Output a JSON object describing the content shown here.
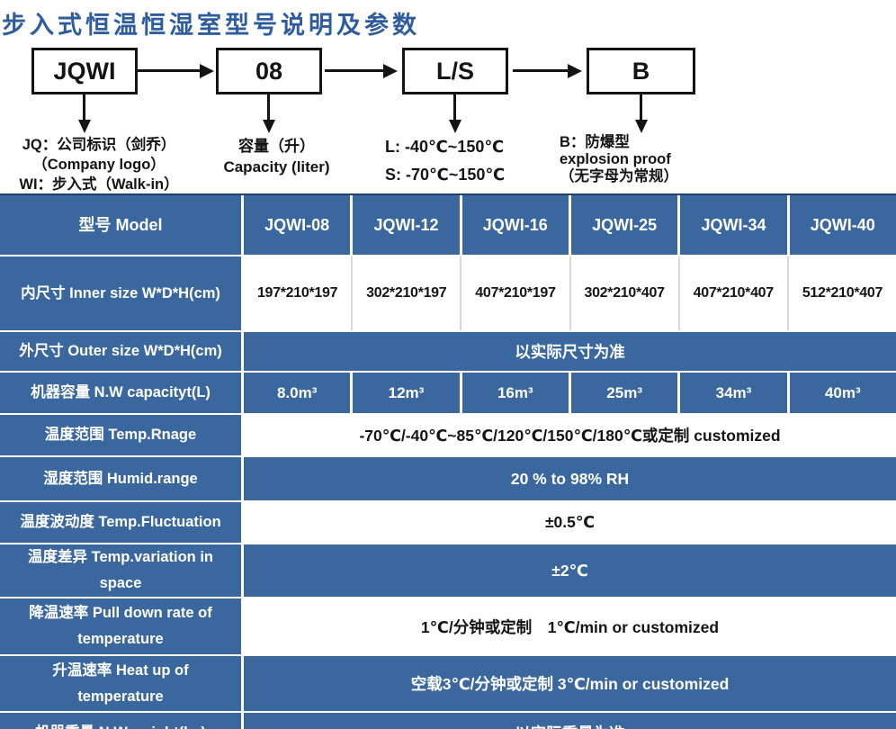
{
  "page": {
    "title": "步入式恒温恒湿室型号说明及参数"
  },
  "colors": {
    "cell_blue": "#3a689e",
    "title_blue": "#2e5c9e",
    "table_top_border": "#1f3f6e",
    "text_dark": "#141414"
  },
  "diagram": {
    "boxes": [
      "JQWI",
      "08",
      "L/S",
      "B"
    ],
    "notes": [
      {
        "lines": [
          "JQ：公司标识（剑乔）",
          "（Company logo）",
          "WI：步入式（Walk-in）"
        ]
      },
      {
        "lines": [
          "容量（升）",
          "Capacity (liter)"
        ]
      },
      {
        "lines": [
          "L: -40℃~150℃",
          "S: -70℃~150℃"
        ]
      },
      {
        "lines": [
          "B：防爆型",
          "explosion proof",
          "（无字母为常规）"
        ]
      }
    ]
  },
  "table": {
    "header": {
      "label": "型号 Model",
      "models": [
        "JQWI-08",
        "JQWI-12",
        "JQWI-16",
        "JQWI-25",
        "JQWI-34",
        "JQWI-40"
      ]
    },
    "rows": [
      {
        "label": "内尺寸 Inner size W*D*H(cm)",
        "values": [
          "197*210*197",
          "302*210*197",
          "407*210*197",
          "302*210*407",
          "407*210*407",
          "512*210*407"
        ],
        "variant": "cells-white"
      },
      {
        "label": "外尺寸 Outer size W*D*H(cm)",
        "value": "以实际尺寸为准",
        "variant": "merged-blue"
      },
      {
        "label": "机器容量 N.W capacityt(L)",
        "values": [
          "8.0m³",
          "12m³",
          "16m³",
          "25m³",
          "34m³",
          "40m³"
        ],
        "variant": "cells-blue"
      },
      {
        "label": "温度范围 Temp.Rnage",
        "value": "-70℃/-40℃~85℃/120℃/150℃/180℃或定制 customized",
        "variant": "merged-white"
      },
      {
        "label": "湿度范围 Humid.range",
        "value": "20 % to 98% RH",
        "variant": "merged-blue"
      },
      {
        "label": "温度波动度 Temp.Fluctuation",
        "value": "±0.5℃",
        "variant": "merged-white"
      },
      {
        "label": [
          "温度差异 Temp.variation in",
          "space"
        ],
        "value": "±2℃",
        "variant": "merged-blue"
      },
      {
        "label": [
          "降温速率 Pull down rate of",
          "temperature"
        ],
        "value": "1℃/分钟或定制　1℃/min or customized",
        "variant": "merged-white"
      },
      {
        "label": [
          "升温速率 Heat up of",
          "temperature"
        ],
        "value": "空载3℃/分钟或定制 3℃/min or customized",
        "variant": "merged-blue"
      },
      {
        "label": "机器重量 N.W weight(kg)",
        "value": "以实际重量为准",
        "variant": "merged-blue"
      }
    ]
  }
}
